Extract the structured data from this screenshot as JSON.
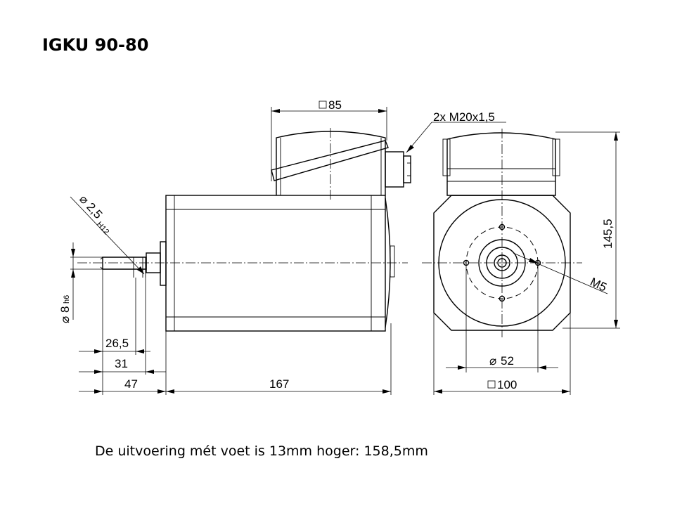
{
  "title": "IGKU 90-80",
  "note": "De uitvoering mét voet is 13mm hoger: 158,5mm",
  "dimensions": {
    "square_85": "85",
    "thread": "2x M20x1,5",
    "dia_2_5": "2,5",
    "dia_2_5_tol": "H12",
    "dia_8": "8",
    "dia_8_tol": "h6",
    "len_26_5": "26,5",
    "len_31": "31",
    "len_47": "47",
    "len_167": "167",
    "height_145_5": "145,5",
    "thread_m5": "M5",
    "dia_52": "52",
    "square_100": "100"
  },
  "symbols": {
    "diameter": "⌀"
  }
}
